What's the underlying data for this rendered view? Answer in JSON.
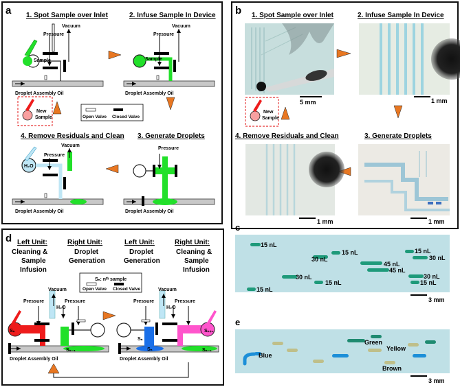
{
  "panels": {
    "a": {
      "letter": "a",
      "step1": "1. Spot Sample over Inlet",
      "step2": "2. Infuse Sample In Device",
      "step3": "3. Generate Droplets",
      "step4": "4. Remove Residuals and Clean",
      "vacuum": "Vacuum",
      "pressure": "Pressure",
      "sample": "Sample",
      "oil": "Droplet Assembly Oil",
      "new_sample_1": "New",
      "new_sample_2": "Sample",
      "open_valve": "Open Valve",
      "closed_valve": "Closed Valve",
      "h2o": "H₂O"
    },
    "b": {
      "letter": "b",
      "step1": "1. Spot Sample over Inlet",
      "step2": "2. Infuse Sample In Device",
      "step3": "3. Generate Droplets",
      "step4": "4. Remove Residuals and Clean",
      "scale_5mm": "5 mm",
      "scale_1mm": "1 mm"
    },
    "c": {
      "letter": "c",
      "labels": [
        "15 nL",
        "15 nL",
        "30 nL",
        "15 nL",
        "30 nL",
        "45 nL",
        "45 nL",
        "30 nL",
        "30 nL",
        "15 nL",
        "15 nL",
        "15 nL"
      ],
      "scale": "3 mm"
    },
    "d": {
      "letter": "d",
      "left_unit_title": "Left Unit:",
      "left_unit_1": "Cleaning &",
      "left_unit_2": "Sample",
      "left_unit_3": "Infusion",
      "right_unit_title": "Right Unit:",
      "right_unit_1": "Droplet",
      "right_unit_2": "Generation",
      "left_unit2_title": "Left Unit:",
      "left_unit2_1": "Droplet",
      "left_unit2_2": "Generation",
      "right_unit2_title": "Right Unit:",
      "right_unit2_1": "Cleaning &",
      "right_unit2_2": "Sample",
      "right_unit2_3": "Infusion",
      "legend_title": "Sₙ: nᵗʰ sample",
      "open_valve": "Open Valve",
      "closed_valve": "Closed Valve",
      "vacuum": "Vacuum",
      "pressure": "Pressure",
      "h2o": "H₂O",
      "sn": "Sₙ",
      "sn1": "Sₙ₋₁",
      "snp1": "Sₙ₊₁",
      "oil": "Droplet Assembly Oil"
    },
    "e": {
      "letter": "e",
      "blue": "Blue",
      "green": "Green",
      "yellow": "Yellow",
      "brown": "Brown",
      "scale": "3 mm"
    }
  },
  "colors": {
    "green": "#22e02a",
    "red": "#ee1c1c",
    "pink": "#ff55cc",
    "blue": "#1a6fe8",
    "lightblue": "#bfe6f5",
    "orange": "#e87722",
    "micro_bg": "#bfe0e6",
    "droplet_teal": "#1e9a7a"
  }
}
